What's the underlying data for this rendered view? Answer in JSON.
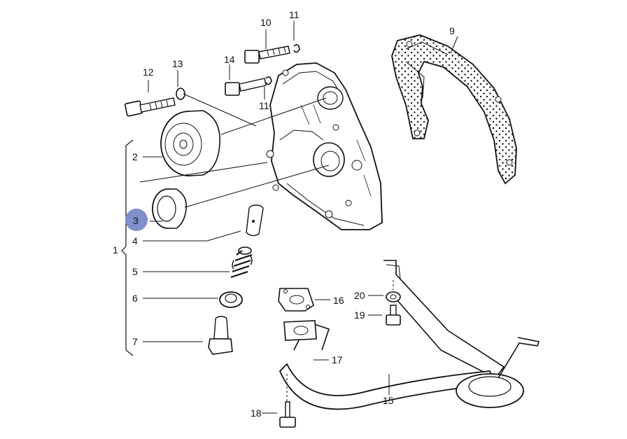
{
  "labels": {
    "p1": "1",
    "p2": "2",
    "p3": "3",
    "p4": "4",
    "p5": "5",
    "p6": "6",
    "p7": "7",
    "p9": "9",
    "p10": "10",
    "p11a": "11",
    "p11b": "11",
    "p12": "12",
    "p13": "13",
    "p14": "14",
    "p15": "15",
    "p16": "16",
    "p17": "17",
    "p18": "18",
    "p19": "19",
    "p20": "20"
  },
  "highlight": {
    "part": "3",
    "color": "#7f8fc9"
  }
}
